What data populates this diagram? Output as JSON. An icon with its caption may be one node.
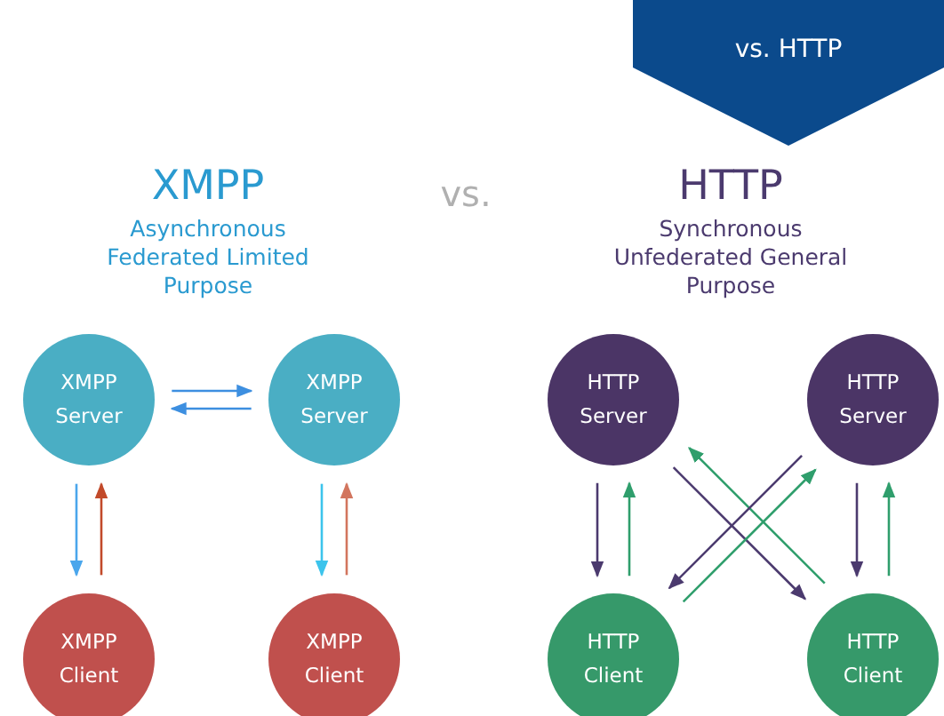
{
  "diagram": {
    "nodes": [
      {
        "text": [
          "vs. HTTP"
        ]
      },
      {
        "text": [
          "XMPP Server"
        ]
      },
      {
        "text": [
          "XMPP Server"
        ]
      },
      {
        "text": [
          "XMPP Client"
        ]
      },
      {
        "text": [
          "XMPP Client"
        ]
      },
      {
        "text": [
          "HTTP Server"
        ]
      },
      {
        "text": [
          "HTTP Server"
        ]
      },
      {
        "text": [
          "HTTP Client"
        ]
      },
      {
        "text": [
          "HTTP Client"
        ]
      }
    ],
    "edges": [
      {
        "from": 1,
        "to": 2,
        "arrow": "to",
        "color": "#3d8fe0"
      },
      {
        "from": 2,
        "to": 1,
        "arrow": "to",
        "color": "#3d8fe0"
      },
      {
        "from": 1,
        "to": 3,
        "arrow": "to",
        "color": "#4aa6ec"
      },
      {
        "from": 3,
        "to": 1,
        "arrow": "to",
        "color": "#c24a2a"
      },
      {
        "from": 2,
        "to": 4,
        "arrow": "to",
        "color": "#3cc4ec"
      },
      {
        "from": 4,
        "to": 2,
        "arrow": "to",
        "color": "#d2755e"
      },
      {
        "from": 5,
        "to": 7,
        "arrow": "to",
        "color": "#4b3a6e"
      },
      {
        "from": 7,
        "to": 5,
        "arrow": "to",
        "color": "#2f9e6c"
      },
      {
        "from": 6,
        "to": 8,
        "arrow": "to",
        "color": "#4b3a6e"
      },
      {
        "from": 8,
        "to": 6,
        "arrow": "to",
        "color": "#2f9e6c"
      },
      {
        "from": 5,
        "to": 8,
        "arrow": "to",
        "color": "#4b3a6e"
      },
      {
        "from": 8,
        "to": 5,
        "arrow": "to",
        "color": "#2f9e6c"
      },
      {
        "from": 6,
        "to": 7,
        "arrow": "to",
        "color": "#4b3a6e"
      },
      {
        "from": 7,
        "to": 6,
        "arrow": "to",
        "color": "#2f9e6c"
      }
    ],
    "labels": [
      "XMPP",
      "Asynchronous Federated Limited Purpose",
      "vs.",
      "HTTP",
      "Synchronous Unfederated General Purpose"
    ]
  }
}
